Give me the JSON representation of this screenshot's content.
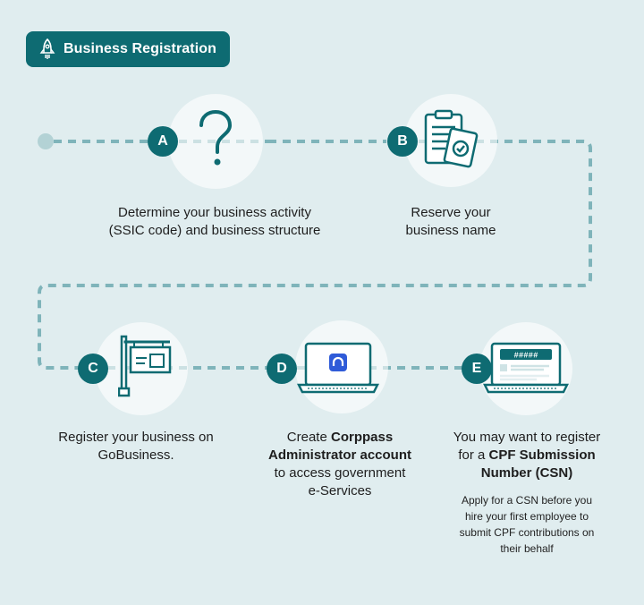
{
  "badge": {
    "title": "Business Registration",
    "icon": "rocket-icon"
  },
  "steps": [
    {
      "letter": "A",
      "icon": "question-mark-icon",
      "text_line1": "Determine your business activity",
      "text_line2": "(SSIC code) and business structure"
    },
    {
      "letter": "B",
      "icon": "clipboard-check-icon",
      "text_line1": "Reserve your",
      "text_line2": "business name"
    },
    {
      "letter": "C",
      "icon": "signboard-icon",
      "text_line1": "Register your business on",
      "text_line2": "GoBusiness."
    },
    {
      "letter": "D",
      "icon": "laptop-corppass-icon",
      "line1_pre": "Create ",
      "line1_bold": "Corppass",
      "line2_bold": "Administrator account",
      "line3": "to access government",
      "line4": "e-Services"
    },
    {
      "letter": "E",
      "icon": "laptop-password-icon",
      "line1": "You may want to register",
      "line2_pre": "for a ",
      "line2_bold": "CPF Submission",
      "line3_bold": "Number (CSN)",
      "note_lines": [
        "Apply for a CSN before you",
        "hire your first employee to",
        "submit CPF contributions on",
        "their behalf"
      ],
      "screen_text": "#####"
    }
  ],
  "colors": {
    "accent": "#0e6b72",
    "dash": "#7fb4ba",
    "background": "#e0edef",
    "start_dot": "#b3d2d5"
  }
}
